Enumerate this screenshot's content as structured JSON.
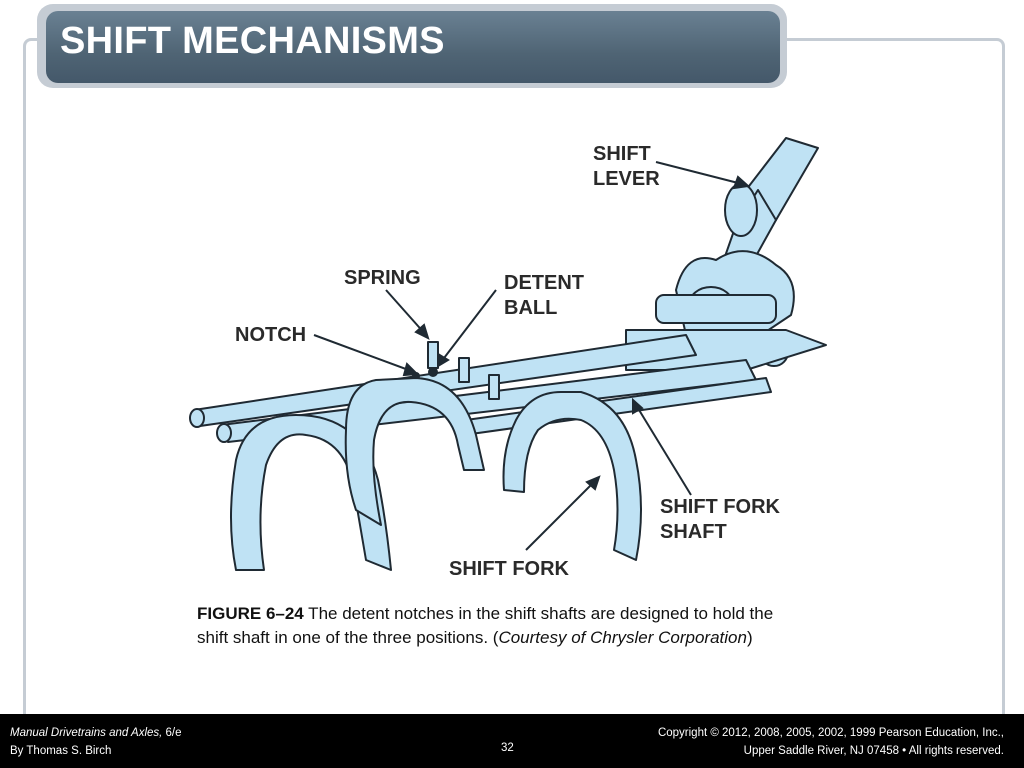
{
  "slide": {
    "title": "SHIFT MECHANISMS"
  },
  "figure": {
    "labels": {
      "shift_lever_1": "SHIFT",
      "shift_lever_2": "LEVER",
      "spring": "SPRING",
      "detent_ball_1": "DETENT",
      "detent_ball_2": "BALL",
      "notch": "NOTCH",
      "shift_fork_shaft_1": "SHIFT FORK",
      "shift_fork_shaft_2": "SHAFT",
      "shift_fork": "SHIFT FORK"
    },
    "part_color": "#bfe2f4",
    "outline_color": "#1f2a33"
  },
  "caption": {
    "figure_number": "FIGURE 6–24",
    "text": " The detent notches in the shift shafts are designed to hold the shift shaft in one of the three positions. (",
    "credit": "Courtesy of Chrysler Corporation",
    "close": ")"
  },
  "footer": {
    "book_title": "Manual Drivetrains and Axles,",
    "edition": " 6/e",
    "author": "By Thomas S. Birch",
    "page_number": "32",
    "copyright_line1": "Copyright © 2012, 2008, 2005, 2002, 1999 Pearson Education, Inc.,",
    "copyright_line2": "Upper Saddle River, NJ 07458 • All rights reserved."
  }
}
